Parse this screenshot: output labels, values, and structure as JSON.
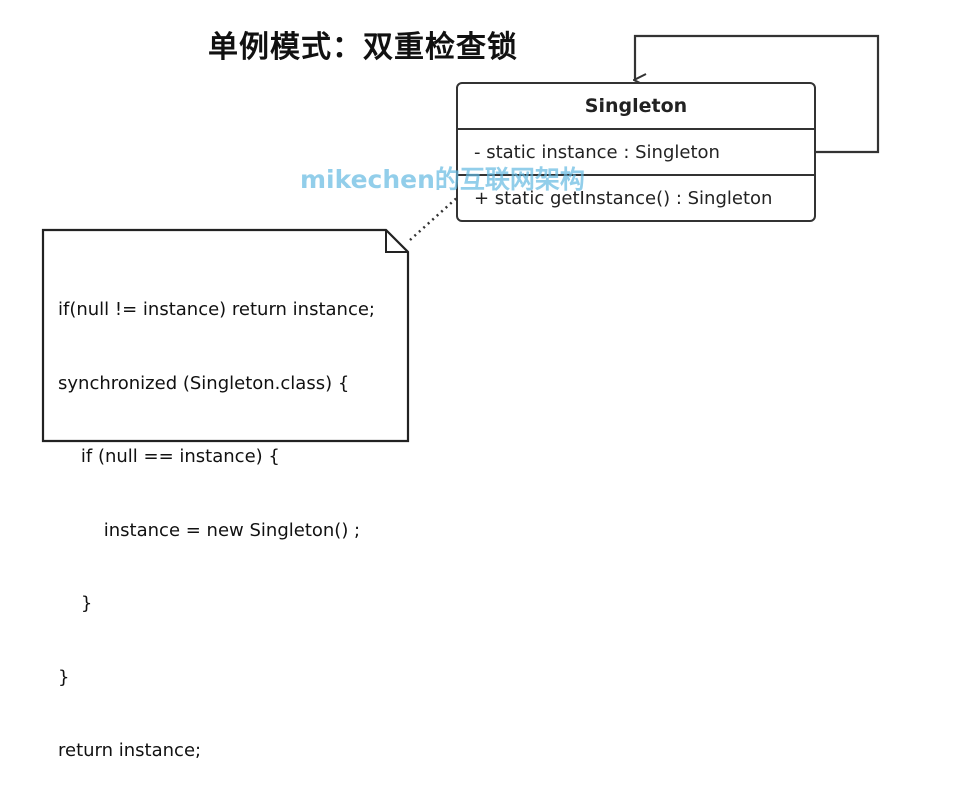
{
  "title": "单例模式：双重检查锁",
  "uml_class": {
    "name": "Singleton",
    "attribute": "- static instance : Singleton",
    "operation": "+ static getInstance() : Singleton"
  },
  "note": {
    "lines": [
      "if(null != instance) return instance;",
      "synchronized (Singleton.class) {",
      "    if (null == instance) {",
      "        instance = new Singleton() ;",
      "    }",
      "}",
      "return instance;"
    ]
  },
  "watermark": "mikechen的互联网架构",
  "colors": {
    "stroke": "#333333",
    "watermark": "#64b9e1"
  }
}
